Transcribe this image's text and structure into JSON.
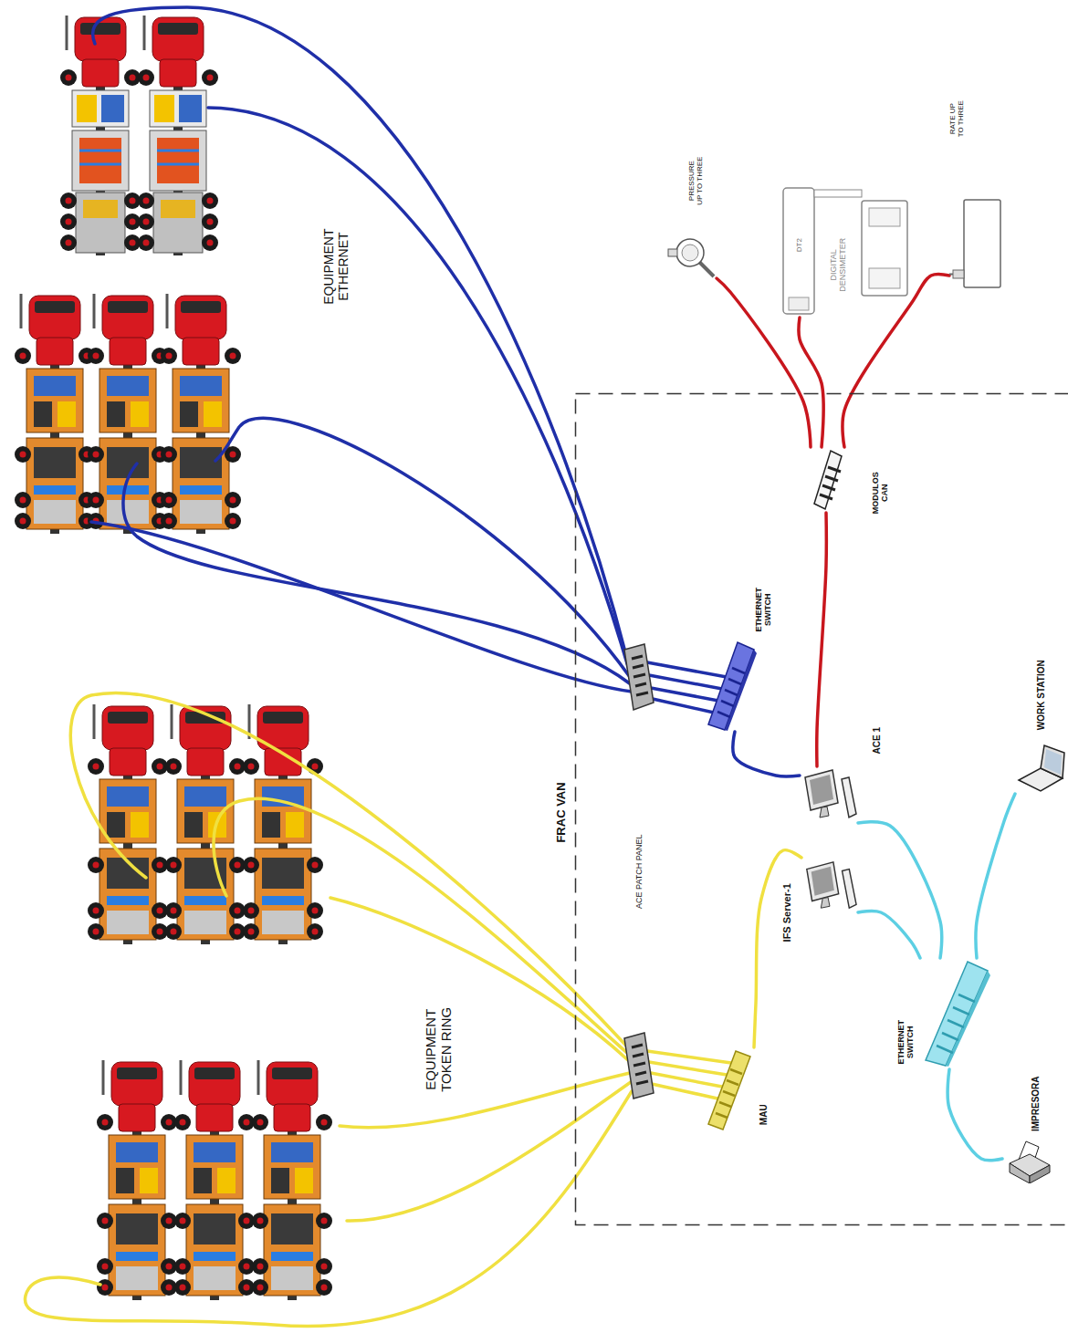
{
  "diagram": {
    "nodes": [
      {
        "text": [
          "PRESSURE UP TO THREE"
        ]
      },
      {
        "text": [
          "DIGITAL DENSIMETER"
        ]
      },
      {
        "text": [
          "RATE UP TO THREE"
        ]
      },
      {
        "text": [
          "FRAC VAN"
        ]
      },
      {
        "text": [
          "ETHERNET SWITCH"
        ],
        "in": 3
      },
      {
        "text": [
          "MODULOS CAN"
        ],
        "in": 3
      },
      {
        "text": [
          "ACE 1"
        ],
        "in": 3
      },
      {
        "text": [
          "WORK STATION"
        ],
        "in": 3
      },
      {
        "text": [
          "IFS Server-1"
        ],
        "in": 3
      },
      {
        "text": [
          "MAU"
        ],
        "in": 3
      },
      {
        "text": [
          "ETHERNET SWITCH"
        ],
        "in": 3
      },
      {
        "text": [
          "IMPRESORA"
        ],
        "in": 3
      }
    ],
    "edges": [
      {
        "from": 4,
        "to": 6,
        "arrow": "none"
      },
      {
        "from": 6,
        "to": 5,
        "arrow": "none"
      },
      {
        "from": 5,
        "to": 0,
        "arrow": "none"
      },
      {
        "from": 5,
        "to": 1,
        "arrow": "none"
      },
      {
        "from": 5,
        "to": 2,
        "arrow": "none"
      },
      {
        "from": 6,
        "to": 10,
        "arrow": "none"
      },
      {
        "from": 10,
        "to": 7,
        "arrow": "none"
      },
      {
        "from": 8,
        "to": 10,
        "arrow": "none"
      },
      {
        "from": 10,
        "to": 11,
        "arrow": "none"
      },
      {
        "from": 8,
        "to": 9,
        "arrow": "none"
      }
    ],
    "labels": [
      "EQUIPMENT ETHERNET",
      "EQUIPMENT TOKEN RING",
      "ACE PATCH PANEL",
      "DT2"
    ]
  }
}
